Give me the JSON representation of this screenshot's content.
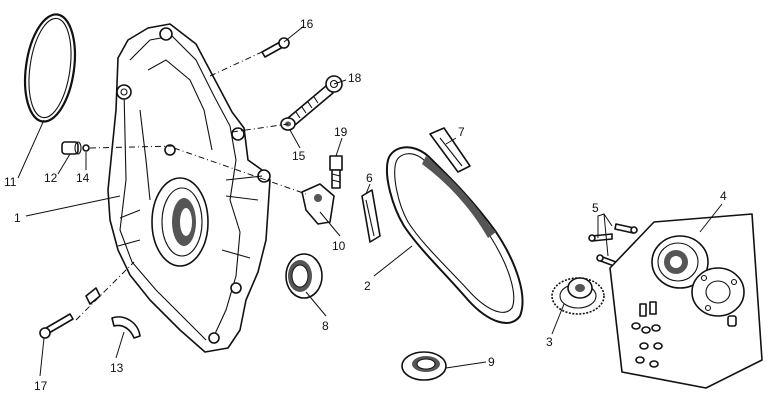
{
  "callouts": [
    {
      "id": "1",
      "label": "1"
    },
    {
      "id": "2",
      "label": "2"
    },
    {
      "id": "3",
      "label": "3"
    },
    {
      "id": "4",
      "label": "4"
    },
    {
      "id": "5",
      "label": "5"
    },
    {
      "id": "6",
      "label": "6"
    },
    {
      "id": "7",
      "label": "7"
    },
    {
      "id": "8",
      "label": "8"
    },
    {
      "id": "9",
      "label": "9"
    },
    {
      "id": "10",
      "label": "10"
    },
    {
      "id": "11",
      "label": "11"
    },
    {
      "id": "12",
      "label": "12"
    },
    {
      "id": "13",
      "label": "13"
    },
    {
      "id": "14",
      "label": "14"
    },
    {
      "id": "15",
      "label": "15"
    },
    {
      "id": "16",
      "label": "16"
    },
    {
      "id": "17",
      "label": "17"
    },
    {
      "id": "18",
      "label": "18"
    },
    {
      "id": "19",
      "label": "19"
    }
  ],
  "colors": {
    "ink": "#111111",
    "background": "#ffffff",
    "shading": "#555555"
  }
}
